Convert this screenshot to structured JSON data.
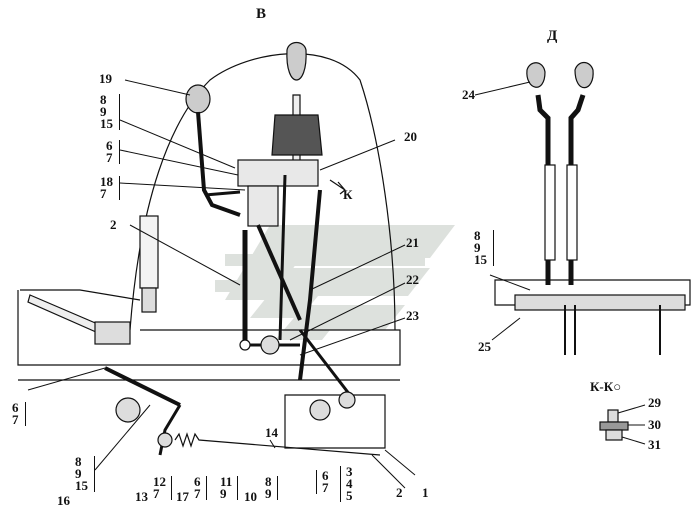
{
  "views": {
    "main": "В",
    "side": "Д",
    "section": "К-К"
  },
  "section_symbol": "○",
  "arrow_label": "К",
  "labels": {
    "l19": "19",
    "g_8_9_15_top": "8\n9\n15",
    "g_6_7_top": "6\n7",
    "g_18_7": "18\n7",
    "l2_left": "2",
    "l20": "20",
    "l21": "21",
    "l22": "22",
    "l23": "23",
    "g_6_7_left": "6\n7",
    "g_8_16_9_15": "8\n9\n15",
    "l16": "16",
    "l13": "13",
    "g_12_7": "12\n7",
    "l17": "17",
    "g_6_7_b1": "6\n7",
    "g_11_9": "11\n9",
    "l10": "10",
    "g_8_9": "8\n9",
    "g_6_7_b2": "6\n7",
    "l14": "14",
    "g_3_4_5": "3\n4\n5",
    "l2_right": "2",
    "l1": "1",
    "l24": "24",
    "g_8_9_15_right": "8\n9\n15",
    "l25": "25",
    "l29": "29",
    "l30": "30",
    "l31": "31"
  }
}
